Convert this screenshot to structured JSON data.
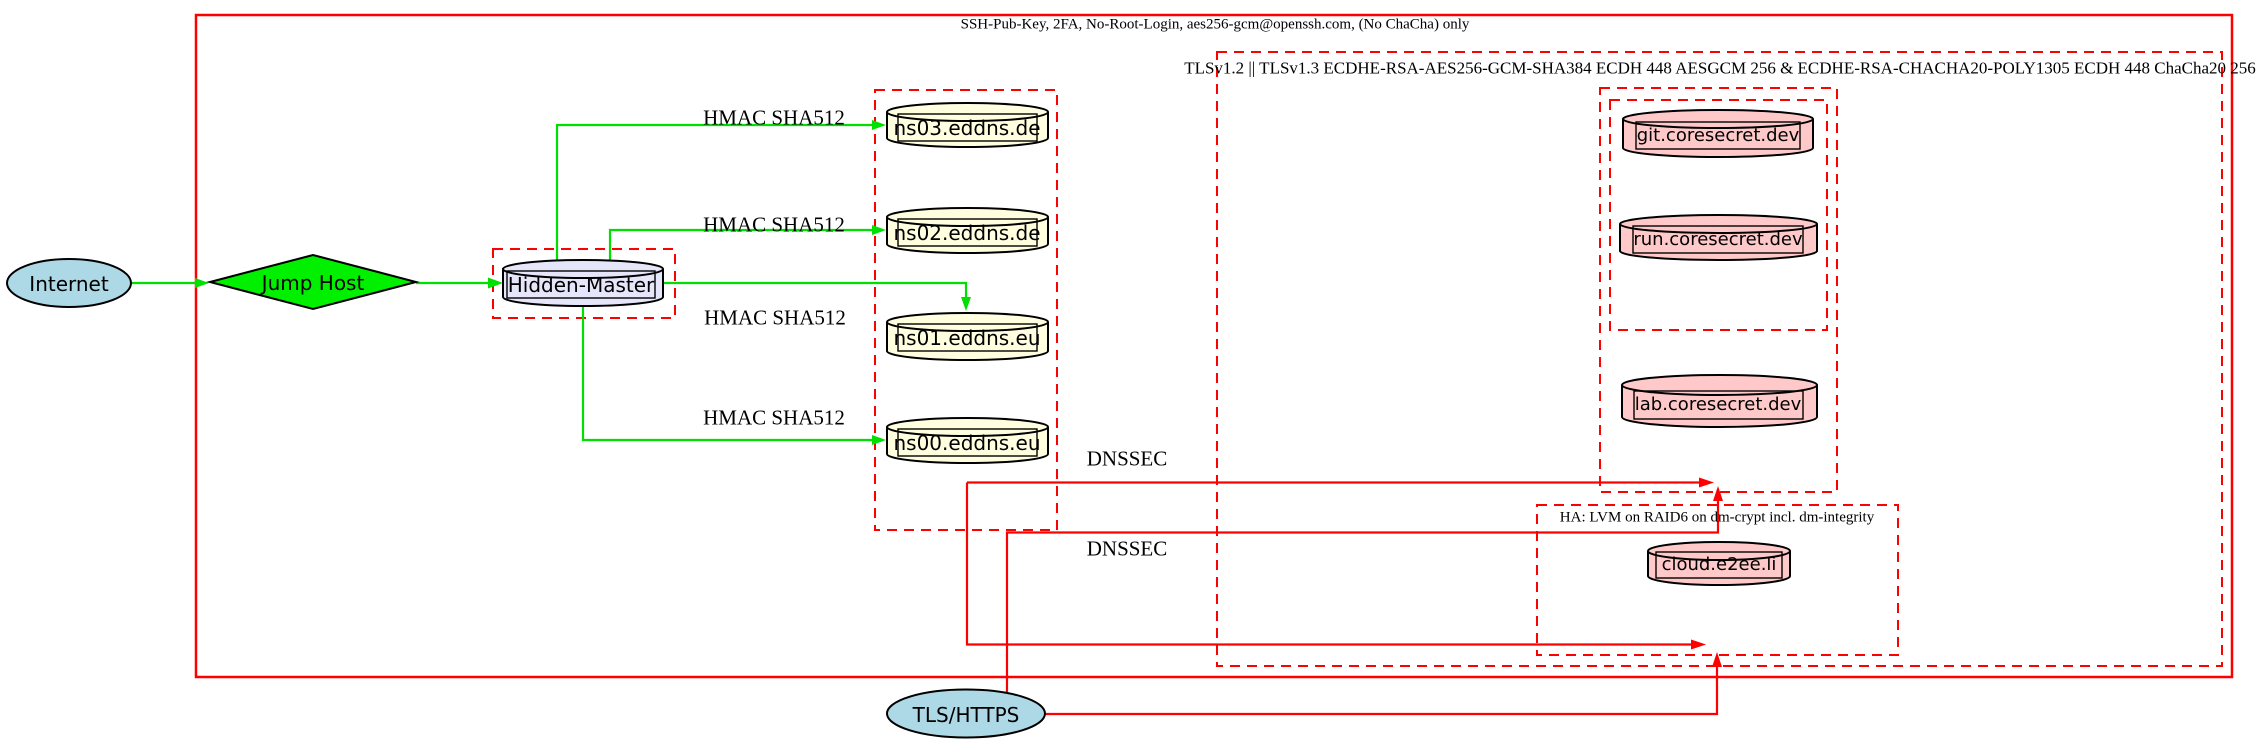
{
  "clusters": {
    "outer_label": "SSH-Pub-Key, 2FA, No-Root-Login, aes256-gcm@openssh.com, (No ChaCha) only",
    "tls_label": "TLSv1.2 || TLSv1.3 ECDHE-RSA-AES256-GCM-SHA384 ECDH 448 AESGCM 256 & ECDHE-RSA-CHACHA20-POLY1305 ECDH 448 ChaCha20 256",
    "ha_label": "HA: LVM on RAID6 on dm-crypt incl. dm-integrity"
  },
  "nodes": {
    "internet": "Internet",
    "jump_host": "Jump Host",
    "hidden_master": "Hidden-Master",
    "ns03": "ns03.eddns.de",
    "ns02": "ns02.eddns.de",
    "ns01": "ns01.eddns.eu",
    "ns00": "ns00.eddns.eu",
    "git": "git.coresecret.dev",
    "run": "run.coresecret.dev",
    "lab": "lab.coresecret.dev",
    "cloud": "cloud.e2ee.li",
    "tls_https": "TLS/HTTPS"
  },
  "edge_labels": {
    "hmac_ns03": "HMAC SHA512",
    "hmac_ns02": "HMAC SHA512",
    "hmac_ns01": "HMAC SHA512",
    "hmac_ns00": "HMAC SHA512",
    "dnssec_top": "DNSSEC",
    "dnssec_bottom": "DNSSEC"
  },
  "colors": {
    "edge_green": "#00e000",
    "edge_red": "#ff0000",
    "fill_lightblue": "#add8e6",
    "fill_green": "#00f000",
    "fill_lavender": "#e6e6fa",
    "fill_lightyellow": "#ffffe0",
    "fill_pink": "#ffc9c9",
    "stroke_black": "#000000"
  }
}
